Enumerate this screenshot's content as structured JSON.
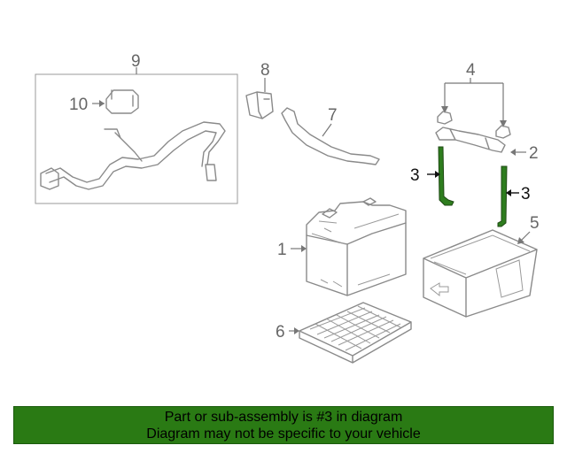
{
  "colors": {
    "highlight": "#2e7d1e",
    "banner_bg": "#2a7a14",
    "line": "#8a8a8a",
    "label": "#666666"
  },
  "callouts": {
    "c1": "1",
    "c2": "2",
    "c3a": "3",
    "c3b": "3",
    "c4": "4",
    "c5": "5",
    "c6": "6",
    "c7": "7",
    "c8": "8",
    "c9": "9",
    "c10": "10"
  },
  "highlighted_part": "3",
  "banner": {
    "line1": "Part or sub-assembly is #3 in diagram",
    "line2": "Diagram may not be specific to your vehicle"
  }
}
